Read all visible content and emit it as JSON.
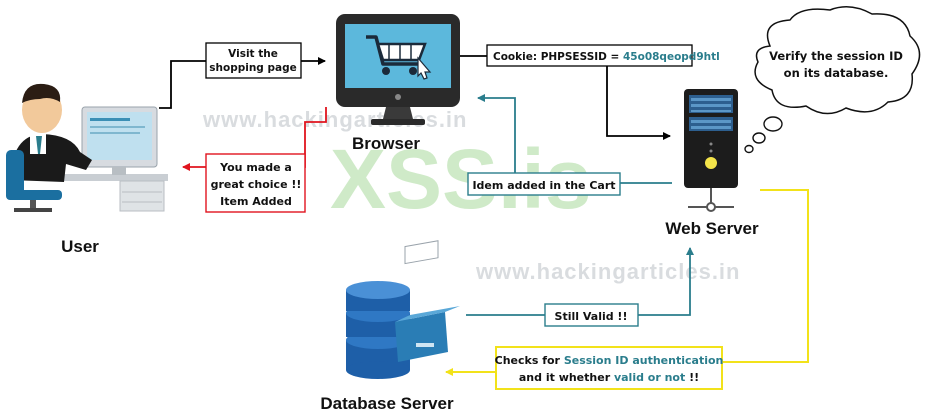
{
  "nodes": {
    "user": "User",
    "browser": "Browser",
    "web_server": "Web Server",
    "database_server": "Database Server"
  },
  "messages": {
    "visit_line1": "Visit the",
    "visit_line2": "shopping page",
    "cookie_prefix": "Cookie: PHPSESSID = ",
    "cookie_value": "45o08qeopd9htl",
    "item_added_cart": "Idem added in the Cart",
    "choice_line1": "You made a",
    "choice_line2": "great choice !!",
    "choice_line3": "Item Added",
    "still_valid": "Still Valid !!",
    "checks_line1_prefix": "Checks for ",
    "checks_line1_accent": "Session ID authentication",
    "checks_line2_prefix": "and it whether ",
    "checks_line2_accent": "valid or not",
    "checks_line2_suffix": " !!"
  },
  "thought": {
    "line1": "Verify the session ID",
    "line2": "on its database."
  },
  "watermarks": {
    "top": "www.hackingarticles.in",
    "bottom": "www.hackingarticles.in",
    "big": "XSS.is"
  },
  "colors": {
    "black_arrow": "#000000",
    "red_arrow": "#e0141e",
    "teal_arrow": "#2a7d8c",
    "yellow_arrow": "#f2e21a",
    "accent_text": "#2a7d8c",
    "monitor_blue": "#5cb8dc",
    "server_blue": "#1e5fa8"
  },
  "icons": [
    "user-at-computer-icon",
    "browser-monitor-icon",
    "shopping-cart-icon",
    "web-server-tower-icon",
    "database-icon"
  ]
}
